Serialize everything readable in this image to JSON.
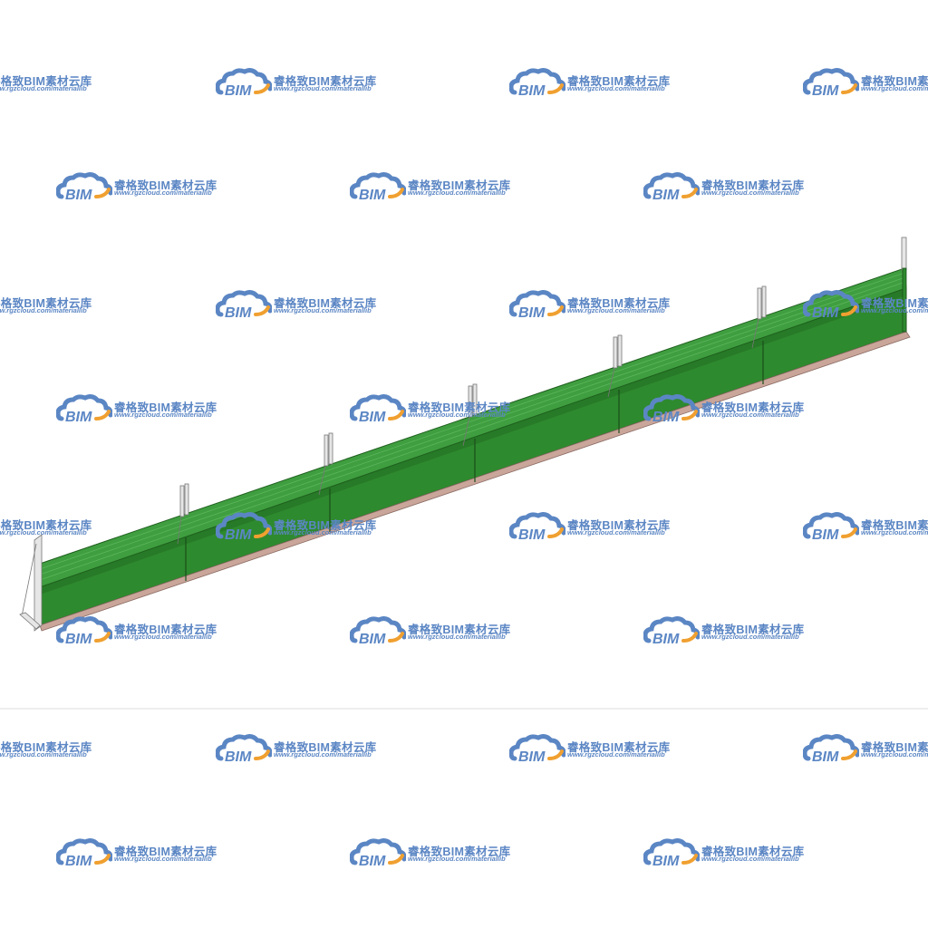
{
  "watermark": {
    "logo_text": "BIM",
    "title": "睿格致BIM素材云库",
    "url": "www.rgzcloud.com/materiallib",
    "logo_blue": "#5b86c4",
    "logo_orange": "#f0a030"
  },
  "model": {
    "panel_face_color": "#2e8a2e",
    "panel_top_color": "#3f9e3f",
    "panel_dark_color": "#1f6a1f",
    "base_strip_color": "#c9a59a",
    "post_color": "#e6e6e6",
    "post_count": 7,
    "panel_count": 6
  }
}
